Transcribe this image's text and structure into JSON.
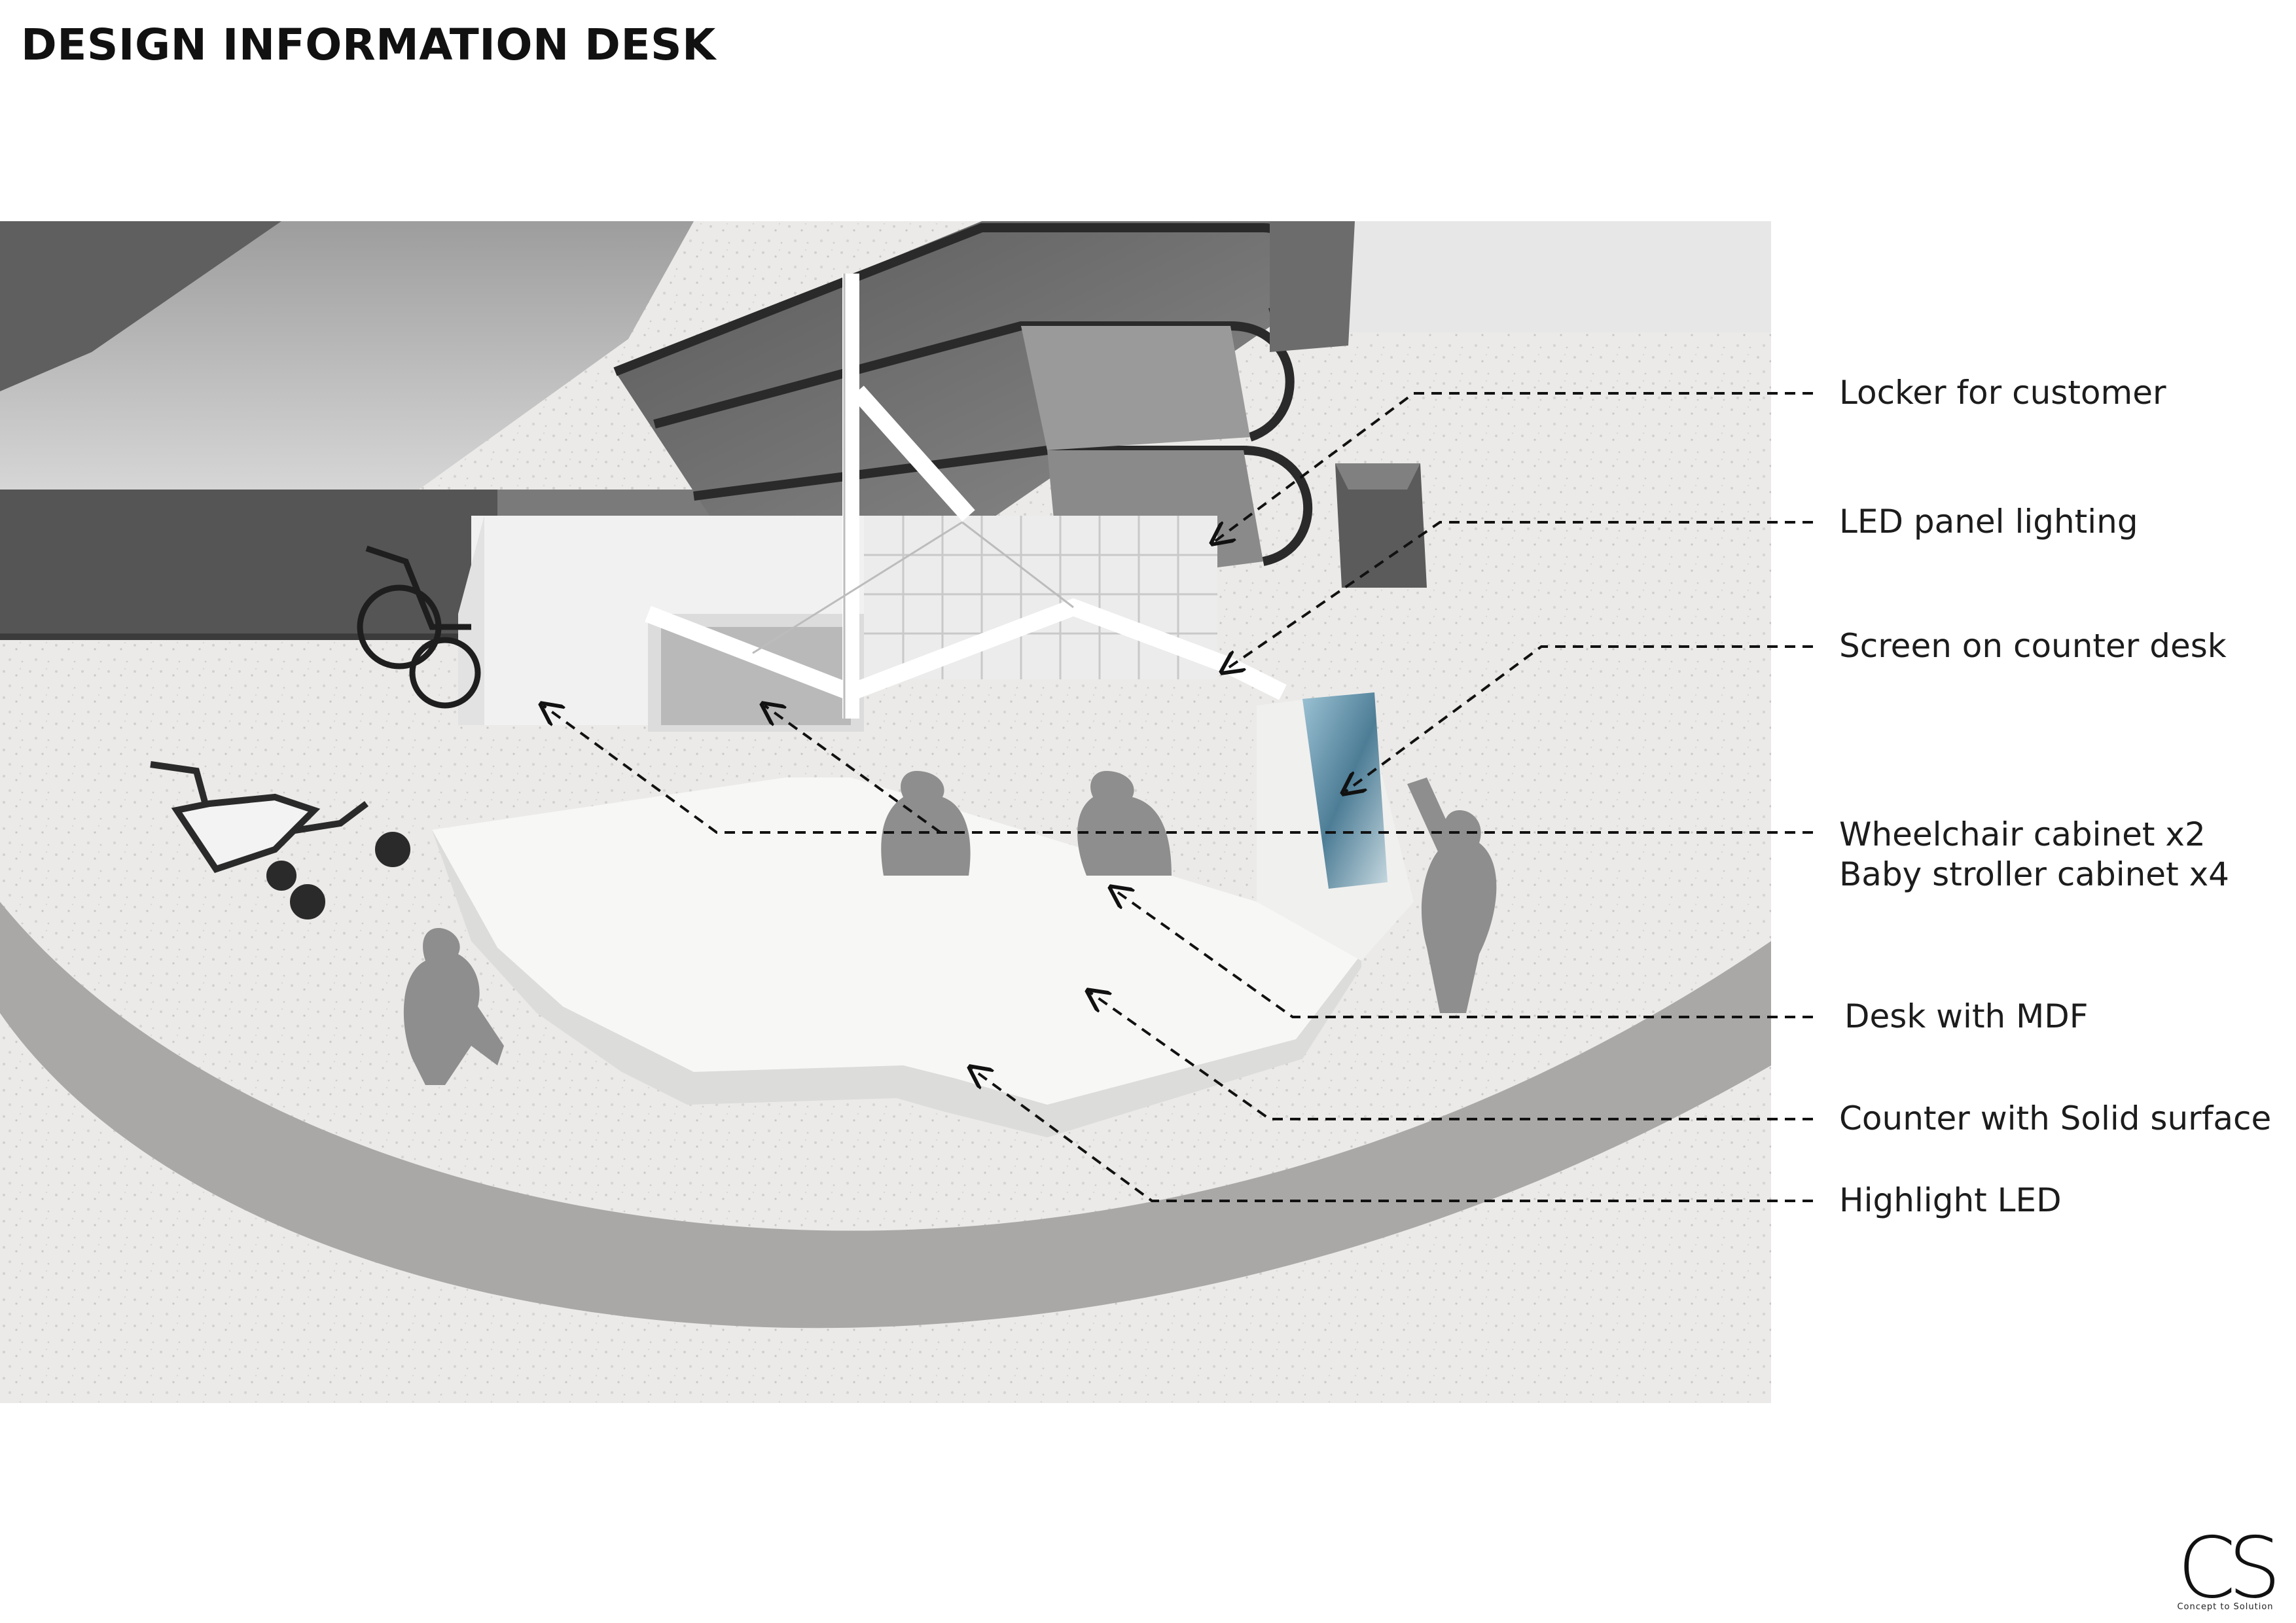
{
  "title": "DESIGN INFORMATION DESK",
  "callouts": [
    {
      "label": "Locker for customer"
    },
    {
      "label": "LED panel lighting"
    },
    {
      "label": "Screen on counter desk"
    },
    {
      "label": "Wheelchair cabinet x2"
    },
    {
      "label": "Baby stroller cabinet x4"
    },
    {
      "label": "Desk with MDF"
    },
    {
      "label": "Counter with Solid surface"
    },
    {
      "label": "Highlight LED"
    }
  ],
  "logo": {
    "mark": "CS",
    "tagline": "Concept to Solution"
  },
  "colors": {
    "floor": "#e9e8e6",
    "walkway": "#a9a8a7",
    "desk": "#f4f4f3",
    "escalator_glass": "#6e6e6e",
    "silhouette": "#8e8e8e",
    "leader_line": "#111111"
  }
}
